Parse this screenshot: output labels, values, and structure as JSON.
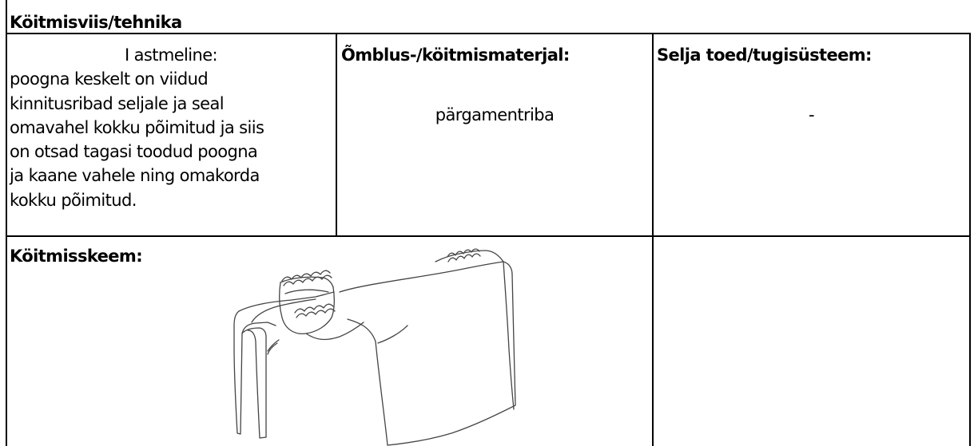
{
  "section_title": "Köitmisviis/tehnika",
  "technique": {
    "lines": [
      "I astmeline:",
      "poogna keskelt on viidud",
      "kinnitusribad seljale ja seal",
      "omavahel kokku põimitud ja siis",
      "on otsad tagasi toodud poogna",
      "ja kaane vahele ning omakorda",
      "kokku põimitud."
    ]
  },
  "material": {
    "header": "Õmblus-/köitmismaterjal:",
    "value": "pärgamentriba"
  },
  "spine_supports": {
    "header": "Selja toed/tugisüsteem:",
    "value": "-"
  },
  "diagram": {
    "label": "Köitmisskeem:"
  }
}
